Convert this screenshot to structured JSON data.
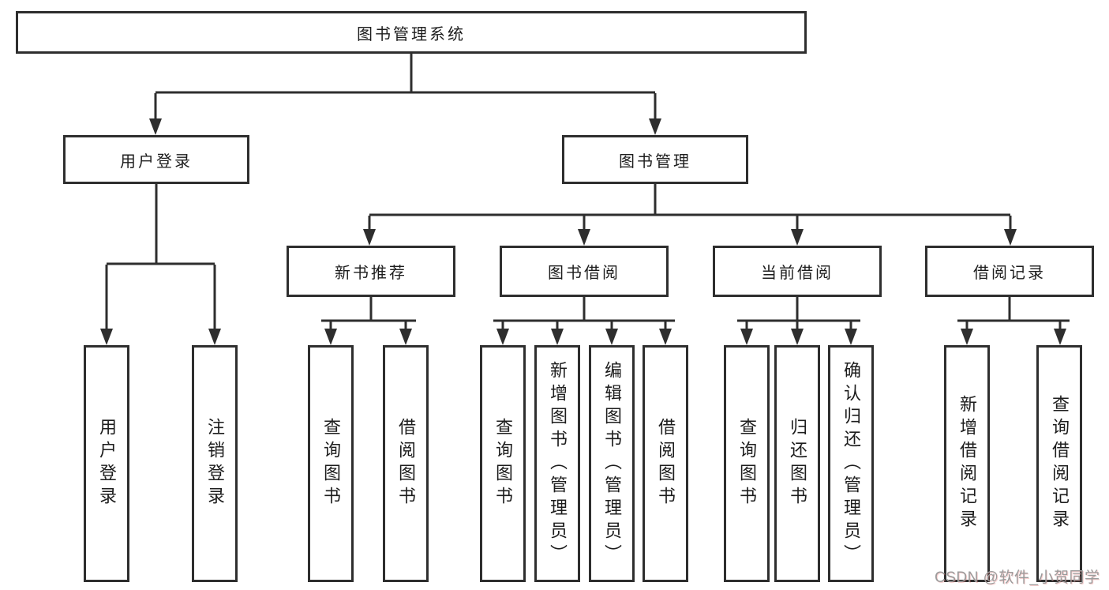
{
  "tree": {
    "root": {
      "label": "图书管理系统"
    },
    "branches": [
      {
        "label": "用户登录",
        "children": [
          {
            "label": "用户登录"
          },
          {
            "label": "注销登录"
          }
        ]
      },
      {
        "label": "图书管理",
        "groups": [
          {
            "label": "新书推荐",
            "children": [
              {
                "label": "查询图书"
              },
              {
                "label": "借阅图书"
              }
            ]
          },
          {
            "label": "图书借阅",
            "children": [
              {
                "label": "查询图书"
              },
              {
                "label": "新增图书（管理员）"
              },
              {
                "label": "编辑图书（管理员）"
              },
              {
                "label": "借阅图书"
              }
            ]
          },
          {
            "label": "当前借阅",
            "children": [
              {
                "label": "查询图书"
              },
              {
                "label": "归还图书"
              },
              {
                "label": "确认归还（管理员）"
              }
            ]
          },
          {
            "label": "借阅记录",
            "children": [
              {
                "label": "新增借阅记录"
              },
              {
                "label": "查询借阅记录"
              }
            ]
          }
        ]
      }
    ]
  },
  "watermark": {
    "text": "CSDN @软件_小贺同学"
  },
  "colors": {
    "line": "#2e2e2e",
    "box_border": "#2e2e2e",
    "box_background": "#ffffff",
    "text": "#1d1d1d",
    "watermark": "#9b9b9b"
  }
}
